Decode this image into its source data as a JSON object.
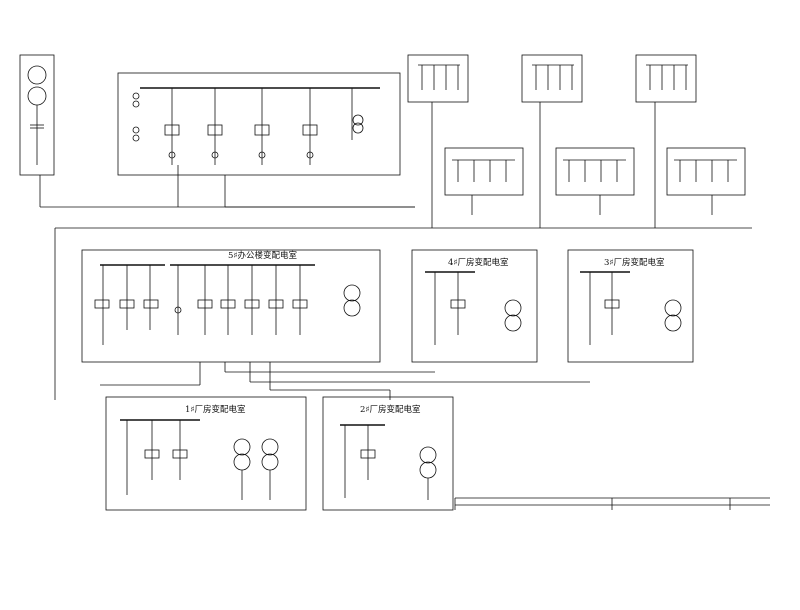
{
  "substations": {
    "s5": {
      "title": "5♯办公楼变配电室"
    },
    "s4": {
      "title": "4♯厂房变配电室"
    },
    "s3": {
      "title": "3♯厂房变配电室"
    },
    "s1": {
      "title": "1♯厂房变配电室"
    },
    "s2": {
      "title": "2♯厂房变配电室"
    }
  },
  "colors": {
    "line": "#111111",
    "paper": "#ffffff"
  }
}
